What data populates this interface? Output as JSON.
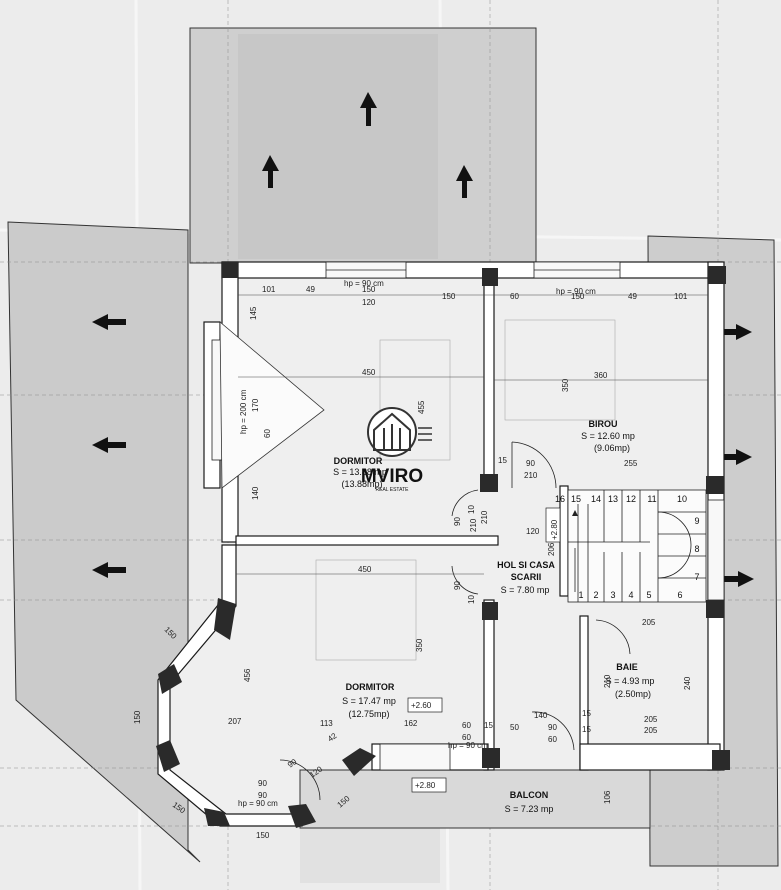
{
  "logo": {
    "brand": "MVIRO",
    "tagline": "REAL ESTATE"
  },
  "rooms": {
    "dormitor_top": {
      "name": "DORMITOR",
      "area": "S = 13.88 mp",
      "area_sub": "(13.88mp)"
    },
    "birou": {
      "name": "BIROU",
      "area": "S = 12.60 mp",
      "area_sub": "(9.06mp)"
    },
    "hol": {
      "name": "HOL SI CASA",
      "name2": "SCARII",
      "area": "S = 7.80 mp"
    },
    "baie": {
      "name": "BAIE",
      "area": "S = 4.93 mp",
      "area_sub": "(2.50mp)"
    },
    "dormitor_bottom": {
      "name": "DORMITOR",
      "area": "S = 17.47 mp",
      "area_sub": "(12.75mp)"
    },
    "balcon": {
      "name": "BALCON",
      "area": "S = 7.23 mp"
    }
  },
  "levels": [
    "+2.80",
    "+2.60",
    "+2.80"
  ],
  "window_notes": [
    "hp = 90 cm",
    "hp = 90 cm",
    "hp = 200 cm",
    "hp = 90 cm",
    "hp = 90 cm"
  ],
  "dimensions": {
    "top_row": [
      "101",
      "49",
      "150",
      "120",
      "150",
      "60",
      "150",
      "49",
      "101"
    ],
    "left_col": [
      "145",
      "170",
      "60",
      "140"
    ],
    "dorm_top": [
      "450",
      "455",
      "210",
      "210"
    ],
    "birou": [
      "350",
      "360",
      "255",
      "15",
      "90",
      "210"
    ],
    "hol": [
      "120",
      "206",
      "10",
      "90",
      "10",
      "90"
    ],
    "baie": [
      "205",
      "205",
      "205",
      "240",
      "210",
      "15",
      "15"
    ],
    "dorm_bottom": [
      "450",
      "456",
      "350",
      "207",
      "113",
      "162",
      "60",
      "15",
      "60",
      "42",
      "90",
      "120",
      "90",
      "90",
      "150",
      "150",
      "150",
      "150",
      "150"
    ],
    "bottom_door": [
      "50",
      "140",
      "90",
      "60"
    ],
    "balcon": [
      "106"
    ]
  },
  "stairs": {
    "steps": [
      "1",
      "2",
      "3",
      "4",
      "5",
      "6",
      "7",
      "8",
      "9",
      "10",
      "11",
      "12",
      "13",
      "14",
      "15",
      "16"
    ]
  }
}
